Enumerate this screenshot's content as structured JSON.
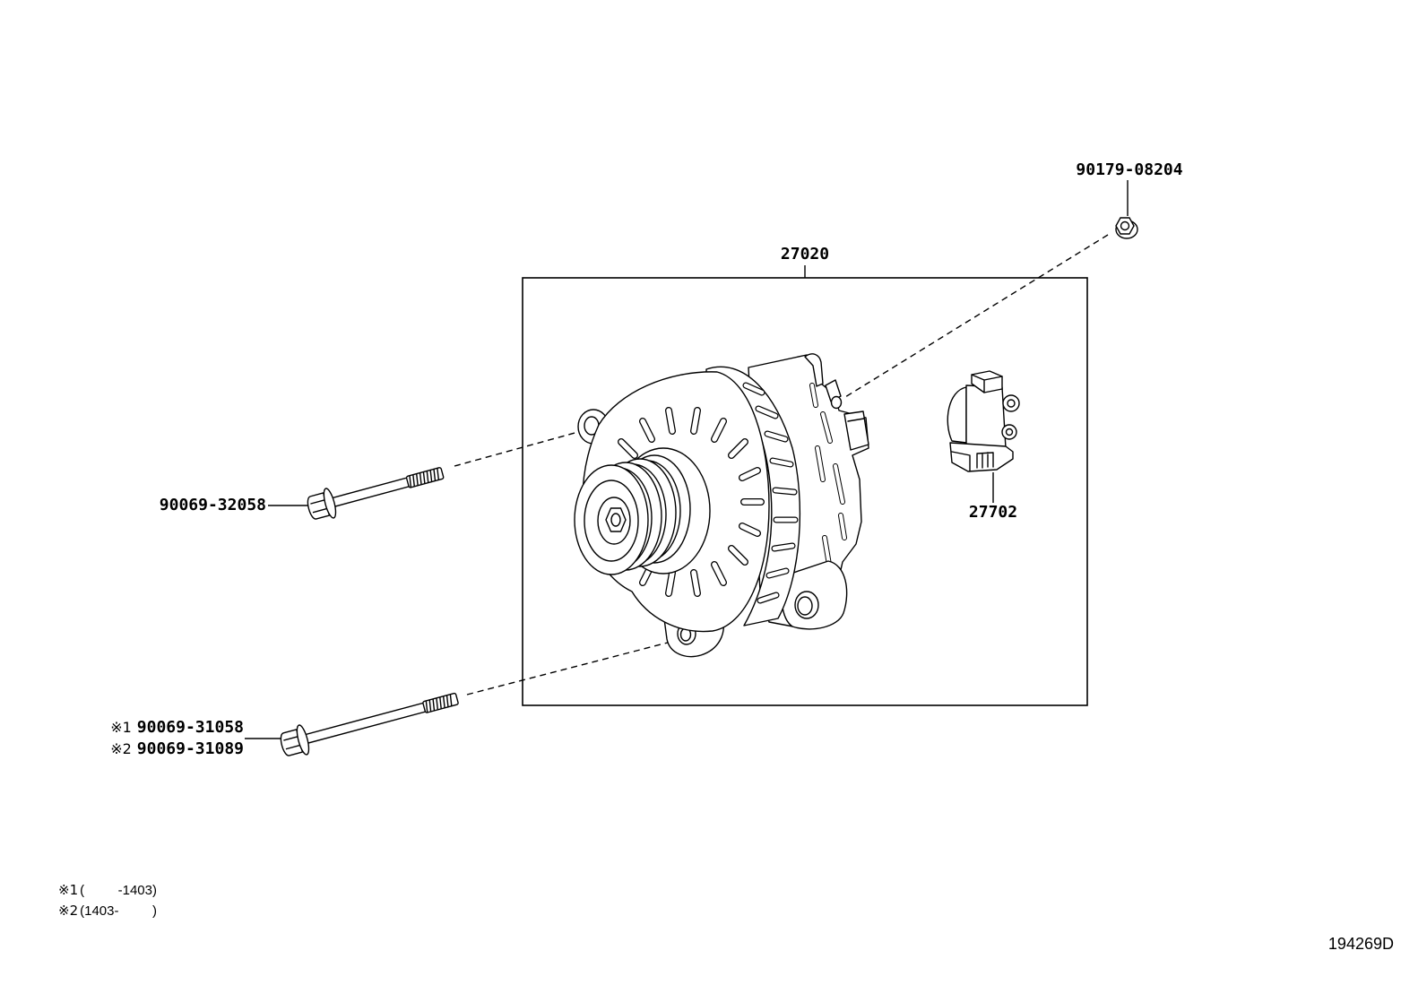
{
  "callouts": {
    "nut": {
      "part_number": "90179-08204"
    },
    "alternator_assembly": {
      "part_number": "27020"
    },
    "regulator": {
      "part_number": "27702"
    },
    "upper_bolt": {
      "part_number": "90069-32058"
    },
    "lower_bolt": [
      {
        "marker": "※1",
        "part_number": "90069-31058"
      },
      {
        "marker": "※2",
        "part_number": "90069-31089"
      }
    ]
  },
  "footnotes": [
    {
      "marker": "※1",
      "text": "(         -1403)"
    },
    {
      "marker": "※2",
      "text": "(1403-         )"
    }
  ],
  "diagram_id": "194269D"
}
